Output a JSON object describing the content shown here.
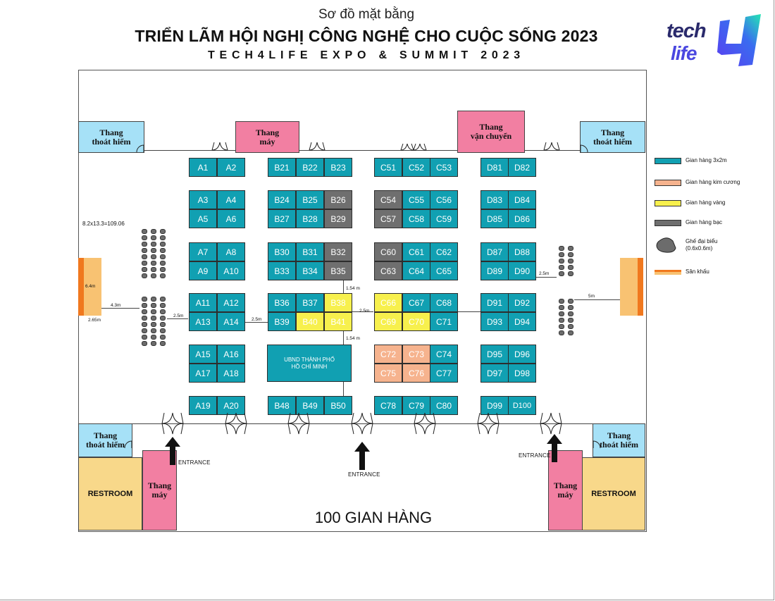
{
  "header": {
    "subtitle": "Sơ đồ mặt bằng",
    "title": "TRIỂN LÃM HỘI NGHỊ CÔNG NGHỆ CHO CUỘC SỐNG 2023",
    "subtitle2": "TECH4LIFE EXPO & SUMMIT 2023"
  },
  "logo": {
    "line1": "tech",
    "line2": "life",
    "mark": "4"
  },
  "rooms": {
    "stairs_top_left": "Thang\nthoát hiểm",
    "elevator_top": "Thang\nmáy",
    "freight_elevator": "Thang\nvận chuyển",
    "stairs_top_right": "Thang\nthoát hiểm",
    "stairs_bottom_left": "Thang\nthoát hiểm",
    "stairs_bottom_right": "Thang\nthoát hiểm",
    "restroom_left": "RESTROOM",
    "restroom_right": "RESTROOM",
    "elevator_bottom_left": "Thang\nmáy",
    "elevator_bottom_right": "Thang\nmáy"
  },
  "booths": [
    {
      "id": "A1",
      "tier": "standard"
    },
    {
      "id": "A2",
      "tier": "standard"
    },
    {
      "id": "A3",
      "tier": "standard"
    },
    {
      "id": "A4",
      "tier": "standard"
    },
    {
      "id": "A5",
      "tier": "standard"
    },
    {
      "id": "A6",
      "tier": "standard"
    },
    {
      "id": "A7",
      "tier": "standard"
    },
    {
      "id": "A8",
      "tier": "standard"
    },
    {
      "id": "A9",
      "tier": "standard"
    },
    {
      "id": "A10",
      "tier": "standard"
    },
    {
      "id": "A11",
      "tier": "standard"
    },
    {
      "id": "A12",
      "tier": "standard"
    },
    {
      "id": "A13",
      "tier": "standard"
    },
    {
      "id": "A14",
      "tier": "standard"
    },
    {
      "id": "A15",
      "tier": "standard"
    },
    {
      "id": "A16",
      "tier": "standard"
    },
    {
      "id": "A17",
      "tier": "standard"
    },
    {
      "id": "A18",
      "tier": "standard"
    },
    {
      "id": "A19",
      "tier": "standard"
    },
    {
      "id": "A20",
      "tier": "standard"
    },
    {
      "id": "B21",
      "tier": "standard"
    },
    {
      "id": "B22",
      "tier": "standard"
    },
    {
      "id": "B23",
      "tier": "standard"
    },
    {
      "id": "B24",
      "tier": "standard"
    },
    {
      "id": "B25",
      "tier": "standard"
    },
    {
      "id": "B26",
      "tier": "silver"
    },
    {
      "id": "B27",
      "tier": "standard"
    },
    {
      "id": "B28",
      "tier": "standard"
    },
    {
      "id": "B29",
      "tier": "silver"
    },
    {
      "id": "B30",
      "tier": "standard"
    },
    {
      "id": "B31",
      "tier": "standard"
    },
    {
      "id": "B32",
      "tier": "silver"
    },
    {
      "id": "B33",
      "tier": "standard"
    },
    {
      "id": "B34",
      "tier": "standard"
    },
    {
      "id": "B35",
      "tier": "silver"
    },
    {
      "id": "B36",
      "tier": "standard"
    },
    {
      "id": "B37",
      "tier": "standard"
    },
    {
      "id": "B38",
      "tier": "gold"
    },
    {
      "id": "B39",
      "tier": "standard"
    },
    {
      "id": "B40",
      "tier": "gold"
    },
    {
      "id": "B41",
      "tier": "gold"
    },
    {
      "id": "B48",
      "tier": "standard"
    },
    {
      "id": "B49",
      "tier": "standard"
    },
    {
      "id": "B50",
      "tier": "standard"
    },
    {
      "id": "C51",
      "tier": "standard"
    },
    {
      "id": "C52",
      "tier": "standard"
    },
    {
      "id": "C53",
      "tier": "standard"
    },
    {
      "id": "C54",
      "tier": "silver"
    },
    {
      "id": "C55",
      "tier": "standard"
    },
    {
      "id": "C56",
      "tier": "standard"
    },
    {
      "id": "C57",
      "tier": "silver"
    },
    {
      "id": "C58",
      "tier": "standard"
    },
    {
      "id": "C59",
      "tier": "standard"
    },
    {
      "id": "C60",
      "tier": "silver"
    },
    {
      "id": "C61",
      "tier": "standard"
    },
    {
      "id": "C62",
      "tier": "standard"
    },
    {
      "id": "C63",
      "tier": "silver"
    },
    {
      "id": "C64",
      "tier": "standard"
    },
    {
      "id": "C65",
      "tier": "standard"
    },
    {
      "id": "C66",
      "tier": "gold"
    },
    {
      "id": "C67",
      "tier": "standard"
    },
    {
      "id": "C68",
      "tier": "standard"
    },
    {
      "id": "C69",
      "tier": "gold"
    },
    {
      "id": "C70",
      "tier": "gold"
    },
    {
      "id": "C71",
      "tier": "standard"
    },
    {
      "id": "C72",
      "tier": "diamond"
    },
    {
      "id": "C73",
      "tier": "diamond"
    },
    {
      "id": "C74",
      "tier": "standard"
    },
    {
      "id": "C75",
      "tier": "diamond"
    },
    {
      "id": "C76",
      "tier": "diamond"
    },
    {
      "id": "C77",
      "tier": "standard"
    },
    {
      "id": "C78",
      "tier": "standard"
    },
    {
      "id": "C79",
      "tier": "standard"
    },
    {
      "id": "C80",
      "tier": "standard"
    },
    {
      "id": "D81",
      "tier": "standard"
    },
    {
      "id": "D82",
      "tier": "standard"
    },
    {
      "id": "D83",
      "tier": "standard"
    },
    {
      "id": "D84",
      "tier": "standard"
    },
    {
      "id": "D85",
      "tier": "standard"
    },
    {
      "id": "D86",
      "tier": "standard"
    },
    {
      "id": "D87",
      "tier": "standard"
    },
    {
      "id": "D88",
      "tier": "standard"
    },
    {
      "id": "D89",
      "tier": "standard"
    },
    {
      "id": "D90",
      "tier": "standard"
    },
    {
      "id": "D91",
      "tier": "standard"
    },
    {
      "id": "D92",
      "tier": "standard"
    },
    {
      "id": "D93",
      "tier": "standard"
    },
    {
      "id": "D94",
      "tier": "standard"
    },
    {
      "id": "D95",
      "tier": "standard"
    },
    {
      "id": "D96",
      "tier": "standard"
    },
    {
      "id": "D97",
      "tier": "standard"
    },
    {
      "id": "D98",
      "tier": "standard"
    },
    {
      "id": "D99",
      "tier": "standard"
    },
    {
      "id": "D100",
      "tier": "standard"
    }
  ],
  "ubnd_label": "UBND THÀNH PHỐ\nHỒ CHÍ MINH",
  "measurements": {
    "stage_area": "8.2x13.3=109.06",
    "stage_height": "6.4m",
    "stage_width": "2.65m",
    "stage_to_seats_left": "4.3m",
    "seats_to_booths_left": "2.5m",
    "aisle_a_b": "2.5m",
    "aisle_b_c": "2.5m",
    "aisle_b_top": "1.54 m",
    "aisle_b_bottom": "1.54 m",
    "aisle_d_seats_right": "2.5m",
    "stage_right_gap": "5m"
  },
  "entrances": {
    "left": "ENTRANCE",
    "center": "ENTRANCE",
    "right": "ENTRANCE"
  },
  "booth_count": "100 GIAN HÀNG",
  "legend": [
    {
      "label": "Gian hàng 3x2m",
      "color": "#11a0b2",
      "kind": "swatch"
    },
    {
      "label": "Gian hàng kim cương",
      "color": "#f6b38e",
      "kind": "swatch"
    },
    {
      "label": "Gian hàng vàng",
      "color": "#f7f04d",
      "kind": "swatch"
    },
    {
      "label": "Gian hàng bạc",
      "color": "#6f6f6f",
      "kind": "swatch"
    },
    {
      "label": "Ghế đại biểu\n(0.6x0.6m)",
      "color": "#6c6c6c",
      "kind": "chair"
    },
    {
      "label": "Sân khấu",
      "color": "#f8c272",
      "kind": "stage"
    }
  ],
  "colors": {
    "standard": "#11a0b2",
    "silver": "#6f6f6f",
    "gold": "#f7f04d",
    "diamond": "#f6b38e",
    "stairs": "#a6e1f7",
    "elevator": "#f27fa2",
    "restroom": "#f8d88a",
    "stage": "#f8c272",
    "stage_edge": "#f0781e"
  }
}
